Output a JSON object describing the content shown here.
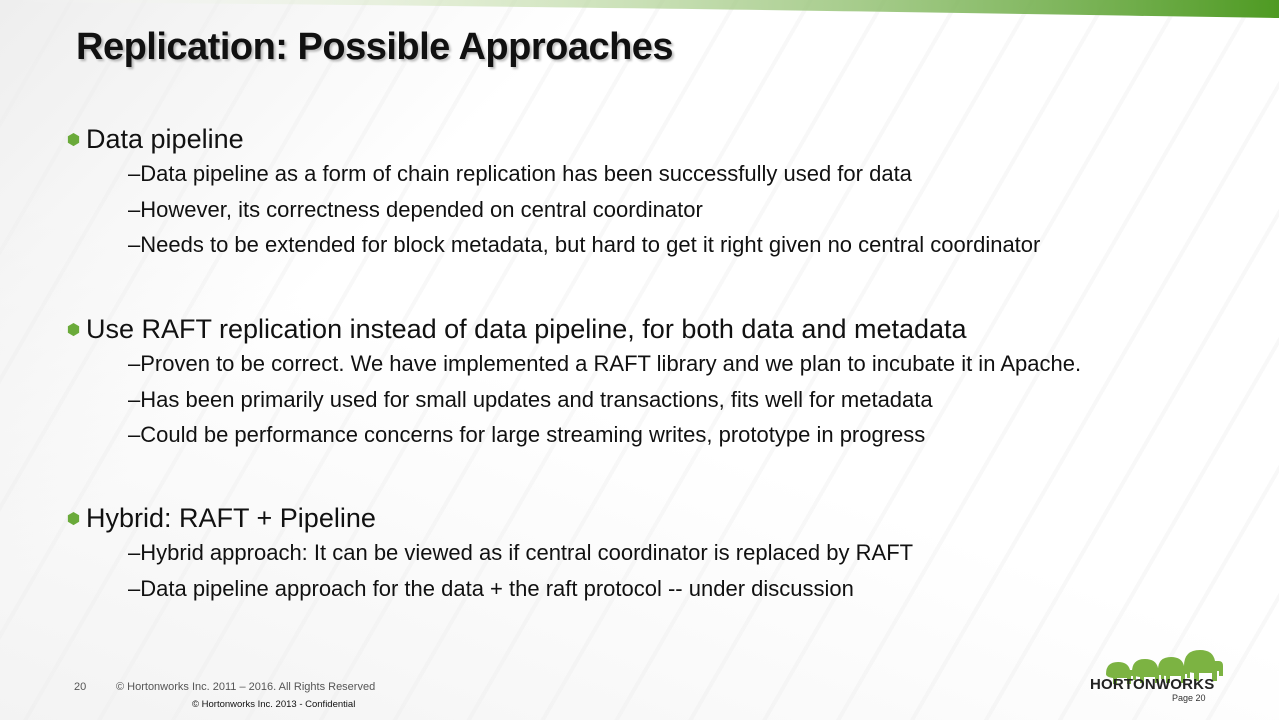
{
  "slide": {
    "title": "Replication: Possible Approaches",
    "sections": [
      {
        "label": "Data pipeline",
        "items": [
          "Data pipeline as a form  of chain replication has been successfully used for data",
          "However, its correctness depended on central coordinator",
          "Needs to be extended for block metadata, but hard to get it right given no central coordinator"
        ]
      },
      {
        "label": "Use RAFT replication instead of data pipeline, for both data and metadata",
        "items": [
          "Proven to be correct.  We have implemented a RAFT library and we plan to incubate it in Apache.",
          "Has been primarily used for small updates and transactions, fits well for metadata",
          "Could be performance concerns for large streaming writes, prototype in progress"
        ]
      },
      {
        "label": "Hybrid: RAFT + Pipeline",
        "items": [
          "Hybrid approach: It can be viewed as if central coordinator is replaced by RAFT",
          "Data pipeline approach for the data + the raft protocol  -- under discussion"
        ]
      }
    ],
    "dash": "–"
  },
  "footer": {
    "slide_number": "20",
    "copyright": "© Hortonworks Inc. 2011 – 2016. All Rights Reserved",
    "confidential": "© Hortonworks Inc. 2013 - Confidential",
    "logo_text": "HORTONWORKS",
    "page_label": "Page 20"
  },
  "colors": {
    "bullet": "#6aaa3a",
    "top_band": "#5a9e2a",
    "logo_green": "#7cb342"
  },
  "icons": {
    "bullet": "green-hexagon-bullet-icon",
    "logo": "elephant-herd-logo-icon"
  }
}
